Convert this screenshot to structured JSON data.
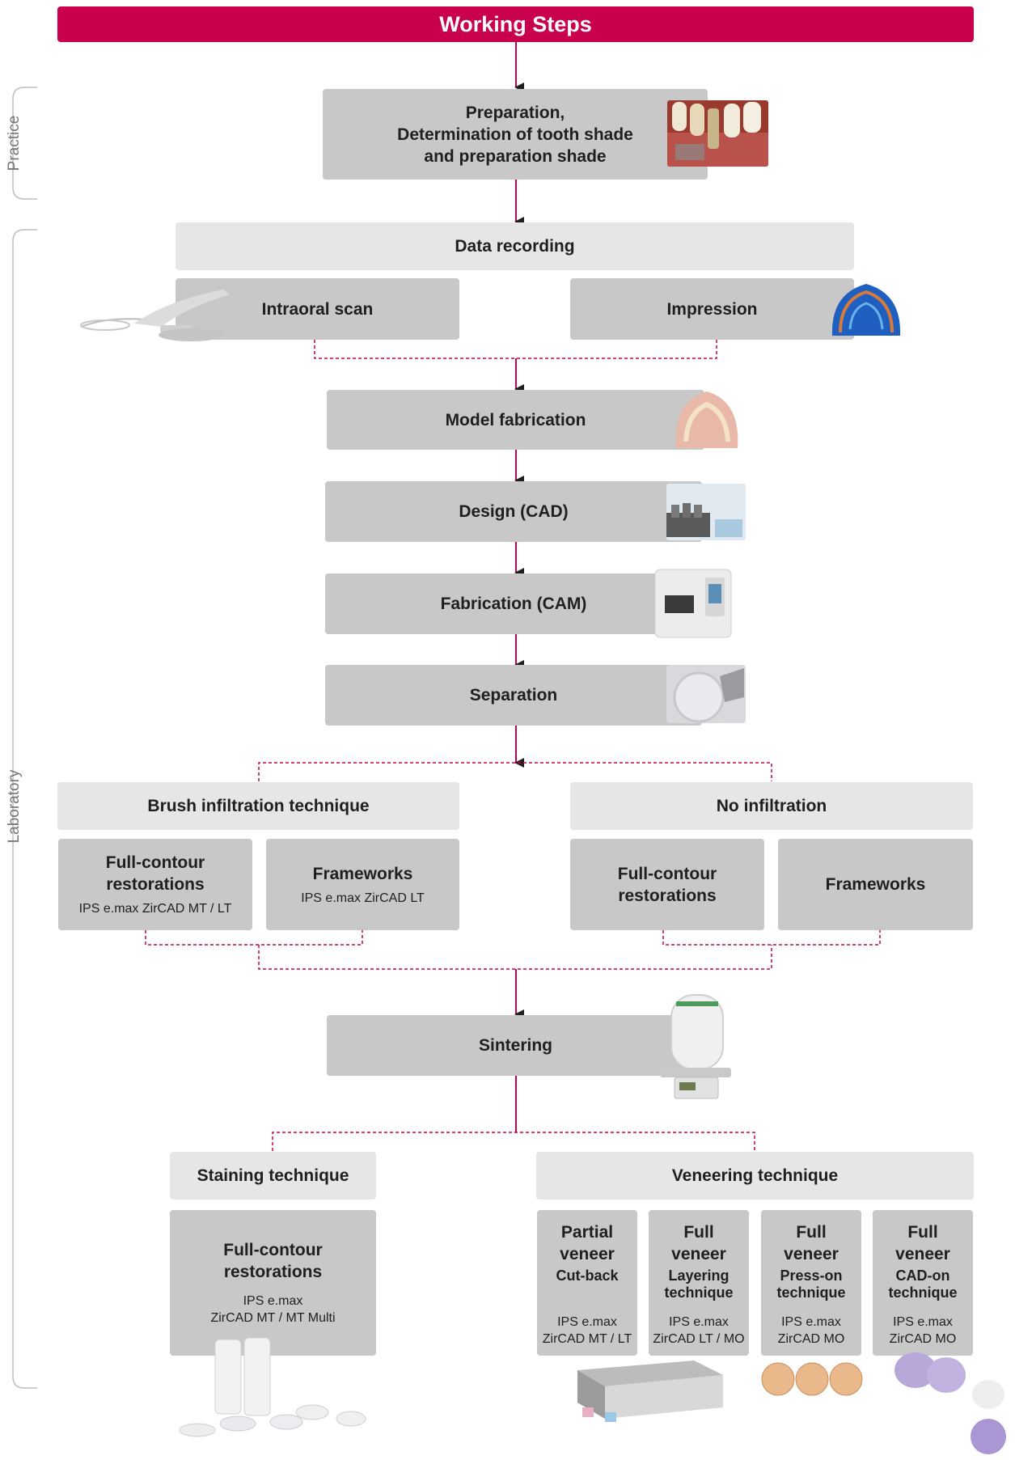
{
  "title": "Working Steps",
  "side_labels": {
    "practice": "Practice",
    "laboratory": "Laboratory"
  },
  "steps": {
    "preparation": [
      "Preparation,",
      "Determination of tooth shade",
      "and preparation shade"
    ],
    "data_recording": "Data recording",
    "intraoral_scan": "Intraoral scan",
    "impression": "Impression",
    "model_fabrication": "Model fabrication",
    "design": "Design (CAD)",
    "fabrication": "Fabrication (CAM)",
    "separation": "Separation",
    "sintering": "Sintering"
  },
  "infiltration": {
    "brush": {
      "title": "Brush infiltration technique",
      "full_contour": {
        "title": [
          "Full-contour",
          "restorations"
        ],
        "material": "IPS e.max ZirCAD MT / LT"
      },
      "frameworks": {
        "title": "Frameworks",
        "material": "IPS e.max ZirCAD LT"
      }
    },
    "none": {
      "title": "No infiltration",
      "full_contour": {
        "title": [
          "Full-contour",
          "restorations"
        ]
      },
      "frameworks": {
        "title": "Frameworks"
      }
    }
  },
  "finishing": {
    "staining": {
      "title": "Staining technique",
      "box": {
        "title": [
          "Full-contour",
          "restorations"
        ],
        "material": [
          "IPS e.max",
          "ZirCAD MT / MT Multi"
        ]
      }
    },
    "veneering": {
      "title": "Veneering technique",
      "options": [
        {
          "title": [
            "Partial",
            "veneer"
          ],
          "method": [
            "Cut-back"
          ],
          "material": [
            "IPS e.max",
            "ZirCAD MT / LT"
          ]
        },
        {
          "title": [
            "Full",
            "veneer"
          ],
          "method": [
            "Layering",
            "technique"
          ],
          "material": [
            "IPS e.max",
            "ZirCAD LT / MO"
          ]
        },
        {
          "title": [
            "Full",
            "veneer"
          ],
          "method": [
            "Press-on",
            "technique"
          ],
          "material": [
            "IPS e.max",
            "ZirCAD MO"
          ]
        },
        {
          "title": [
            "Full",
            "veneer"
          ],
          "method": [
            "CAD-on",
            "technique"
          ],
          "material": [
            "IPS e.max",
            "ZirCAD MO"
          ]
        }
      ]
    }
  },
  "colors": {
    "accent": "#c8004e",
    "box": "#c8c8c8",
    "box_light": "#e6e6e6",
    "arrow": "#1f1f1f"
  }
}
